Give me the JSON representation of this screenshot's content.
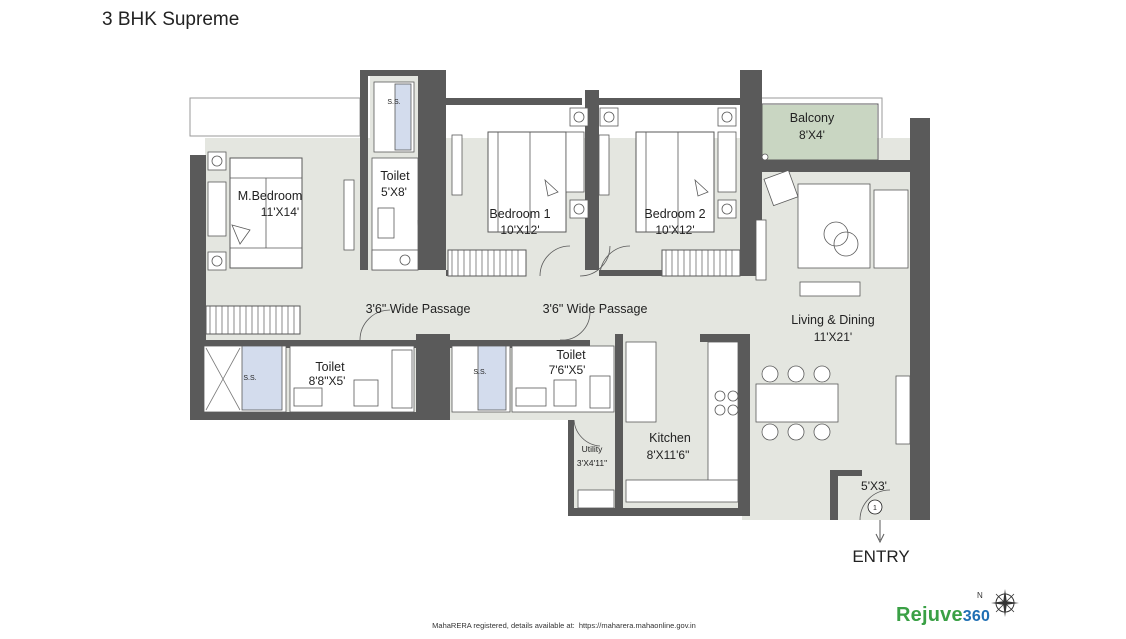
{
  "header": {
    "title": "3 BHK Supreme"
  },
  "rooms": {
    "master_bedroom": {
      "name": "M.Bedroom",
      "size": "11'X14'"
    },
    "toilet_top": {
      "name": "Toilet",
      "size": "5'X8'"
    },
    "bedroom1": {
      "name": "Bedroom 1",
      "size": "10'X12'"
    },
    "bedroom2": {
      "name": "Bedroom 2",
      "size": "10'X12'"
    },
    "balcony": {
      "name": "Balcony",
      "size": "8'X4'"
    },
    "living_dining": {
      "name": "Living & Dining",
      "size": "11'X21'"
    },
    "passage_left": {
      "name": "3'6\" Wide Passage"
    },
    "passage_right": {
      "name": "3'6\" Wide Passage"
    },
    "toilet_left": {
      "name": "Toilet",
      "size": "8'8\"X5'"
    },
    "toilet_mid": {
      "name": "Toilet",
      "size": "7'6\"X5'"
    },
    "kitchen": {
      "name": "Kitchen",
      "size": "8'X11'6\""
    },
    "utility": {
      "name": "Utility",
      "size": "3'X4'11\""
    },
    "foyer": {
      "size": "5'X3'",
      "marker": "1"
    }
  },
  "shower_label": "S.S.",
  "entry_label": "ENTRY",
  "footer": {
    "text": "MahaRERA registered, details available at:",
    "url": "https://maharera.mahaonline.gov.in"
  },
  "brand": {
    "name": "Rejuve",
    "number": "360"
  },
  "compass": {
    "label": "N"
  },
  "colors": {
    "floor": "#e4e6e0",
    "balcony": "#c9d6c2",
    "wall": "#5a5a5a",
    "shower_glass": "#d3dced",
    "brand_green": "#3aa045",
    "brand_blue": "#1f6fb3"
  }
}
